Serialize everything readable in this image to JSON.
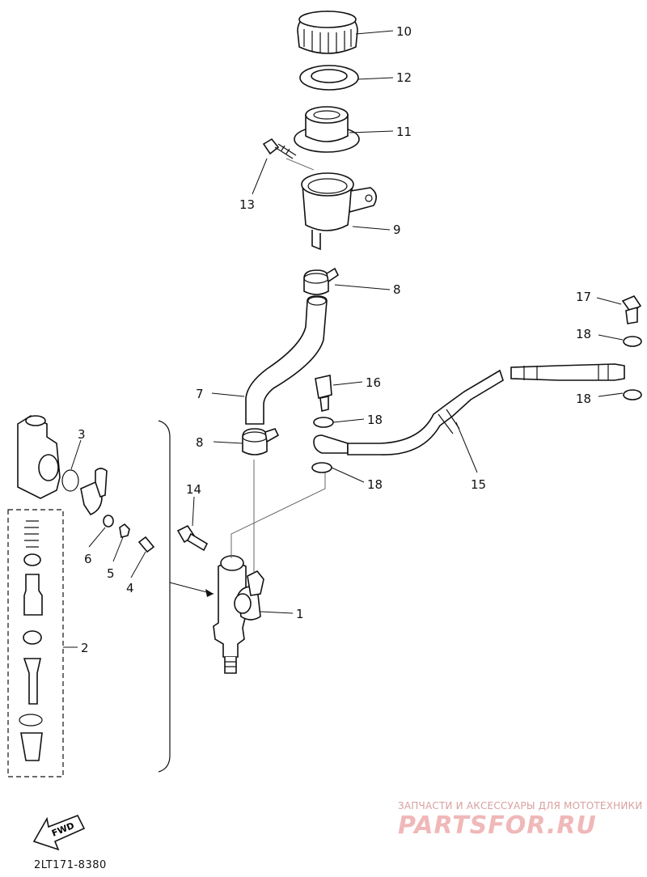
{
  "diagram": {
    "code": "2LT171-8380",
    "fwd_label": "FWD"
  },
  "watermark": {
    "subtitle": "ЗАПЧАСТИ И АКСЕССУАРЫ ДЛЯ МОТОТЕХНИКИ",
    "logo": "PARTSFOR.RU"
  },
  "callouts": {
    "c1": "1",
    "c2": "2",
    "c3": "3",
    "c4": "4",
    "c5": "5",
    "c6": "6",
    "c7": "7",
    "c8a": "8",
    "c8b": "8",
    "c9": "9",
    "c10": "10",
    "c11": "11",
    "c12": "12",
    "c13": "13",
    "c14": "14",
    "c15": "15",
    "c16": "16",
    "c17": "17",
    "c18a": "18",
    "c18b": "18",
    "c18c": "18",
    "c18d": "18"
  }
}
